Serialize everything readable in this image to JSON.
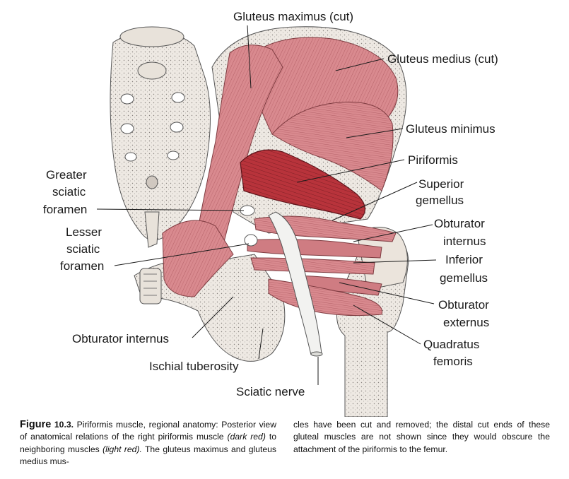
{
  "labels": {
    "gluteus_maximus_cut": "Gluteus maximus (cut)",
    "gluteus_medius_cut": "Gluteus medius (cut)",
    "gluteus_minimus": "Gluteus minimus",
    "piriformis": "Piriformis",
    "superior_gemellus": [
      "Superior",
      "gemellus"
    ],
    "obturator_internus_right": [
      "Obturator",
      "internus"
    ],
    "inferior_gemellus": [
      "Inferior",
      "gemellus"
    ],
    "obturator_externus": [
      "Obturator",
      "externus"
    ],
    "quadratus_femoris": [
      "Quadratus",
      "femoris"
    ],
    "greater_sciatic_foramen": [
      "Greater",
      "sciatic",
      "foramen"
    ],
    "lesser_sciatic_foramen": [
      "Lesser",
      "sciatic",
      "foramen"
    ],
    "obturator_internus_left": "Obturator internus",
    "ischial_tuberosity": "Ischial tuberosity",
    "sciatic_nerve": "Sciatic nerve"
  },
  "caption": {
    "figure_word": "Figure",
    "figure_number": "10.3.",
    "left_text_1": " Piriformis muscle, regional anatomy: Posterior view of anatomical relations of the right piriformis muscle ",
    "dark_red": "(dark red)",
    "left_text_2": " to neighboring muscles ",
    "light_red": "(light red).",
    "left_text_3": " The gluteus maximus and gluteus medius mus-",
    "right_text": "cles have been cut and removed; the distal cut ends of these gluteal muscles are not shown since they would obscure the attachment of the piriformis to the femur."
  },
  "colors": {
    "light_red_muscle": "#d98a8f",
    "dark_red_muscle": "#b8333b",
    "bone": "#ece6df",
    "nerve": "#f2f2f0"
  }
}
